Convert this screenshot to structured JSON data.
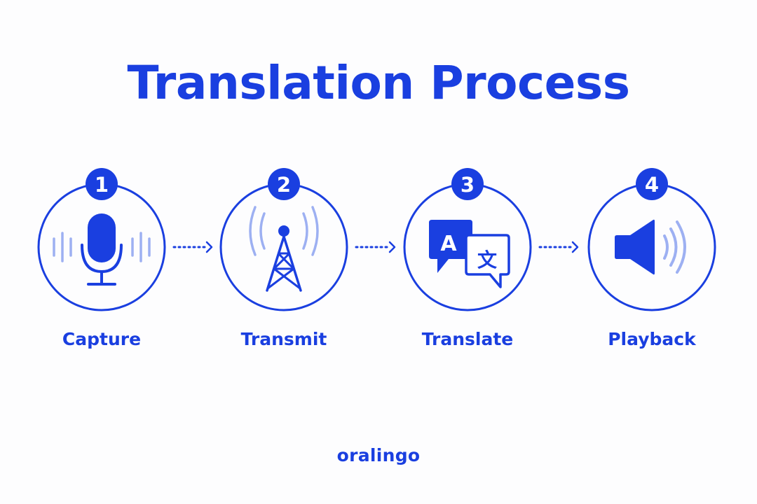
{
  "title": "Translation Process",
  "steps": [
    {
      "number": "1",
      "label": "Capture",
      "icon": "microphone-icon"
    },
    {
      "number": "2",
      "label": "Transmit",
      "icon": "radio-tower-icon"
    },
    {
      "number": "3",
      "label": "Translate",
      "icon": "translate-icon"
    },
    {
      "number": "4",
      "label": "Playback",
      "icon": "speaker-icon"
    }
  ],
  "translate_icon": {
    "latin_letter": "A",
    "cjk_glyph": "文"
  },
  "brand": "oralingo",
  "colors": {
    "primary": "#1A3FE0",
    "light": "#9DB0F2",
    "background": "#FDFDFE"
  }
}
